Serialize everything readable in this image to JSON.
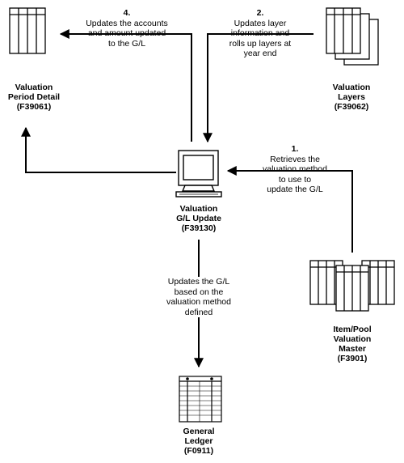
{
  "nodes": {
    "period_detail": {
      "lines": [
        "Valuation",
        "Period Detail",
        "(F39061)"
      ]
    },
    "layers": {
      "lines": [
        "Valuation",
        "Layers",
        "(F39062)"
      ]
    },
    "gl_update": {
      "lines": [
        "Valuation",
        "G/L Update",
        "(F39130)"
      ]
    },
    "master": {
      "lines": [
        "Item/Pool",
        "Valuation",
        "Master",
        "(F3901)"
      ]
    },
    "ledger": {
      "lines": [
        "General",
        "Ledger",
        "(F0911)"
      ]
    }
  },
  "steps": {
    "s4": {
      "num": "4.",
      "lines": [
        "Updates the accounts",
        "and amount updated",
        "to the G/L"
      ]
    },
    "s2": {
      "num": "2.",
      "lines": [
        "Updates layer",
        "information and",
        "rolls up layers at",
        "year end"
      ]
    },
    "s1": {
      "num": "1.",
      "lines": [
        "Retrieves the",
        "valuation method",
        "to use to",
        "update the G/L"
      ]
    },
    "s3": {
      "lines": [
        "Updates the G/L",
        "based on the",
        "valuation method",
        "defined"
      ]
    }
  }
}
